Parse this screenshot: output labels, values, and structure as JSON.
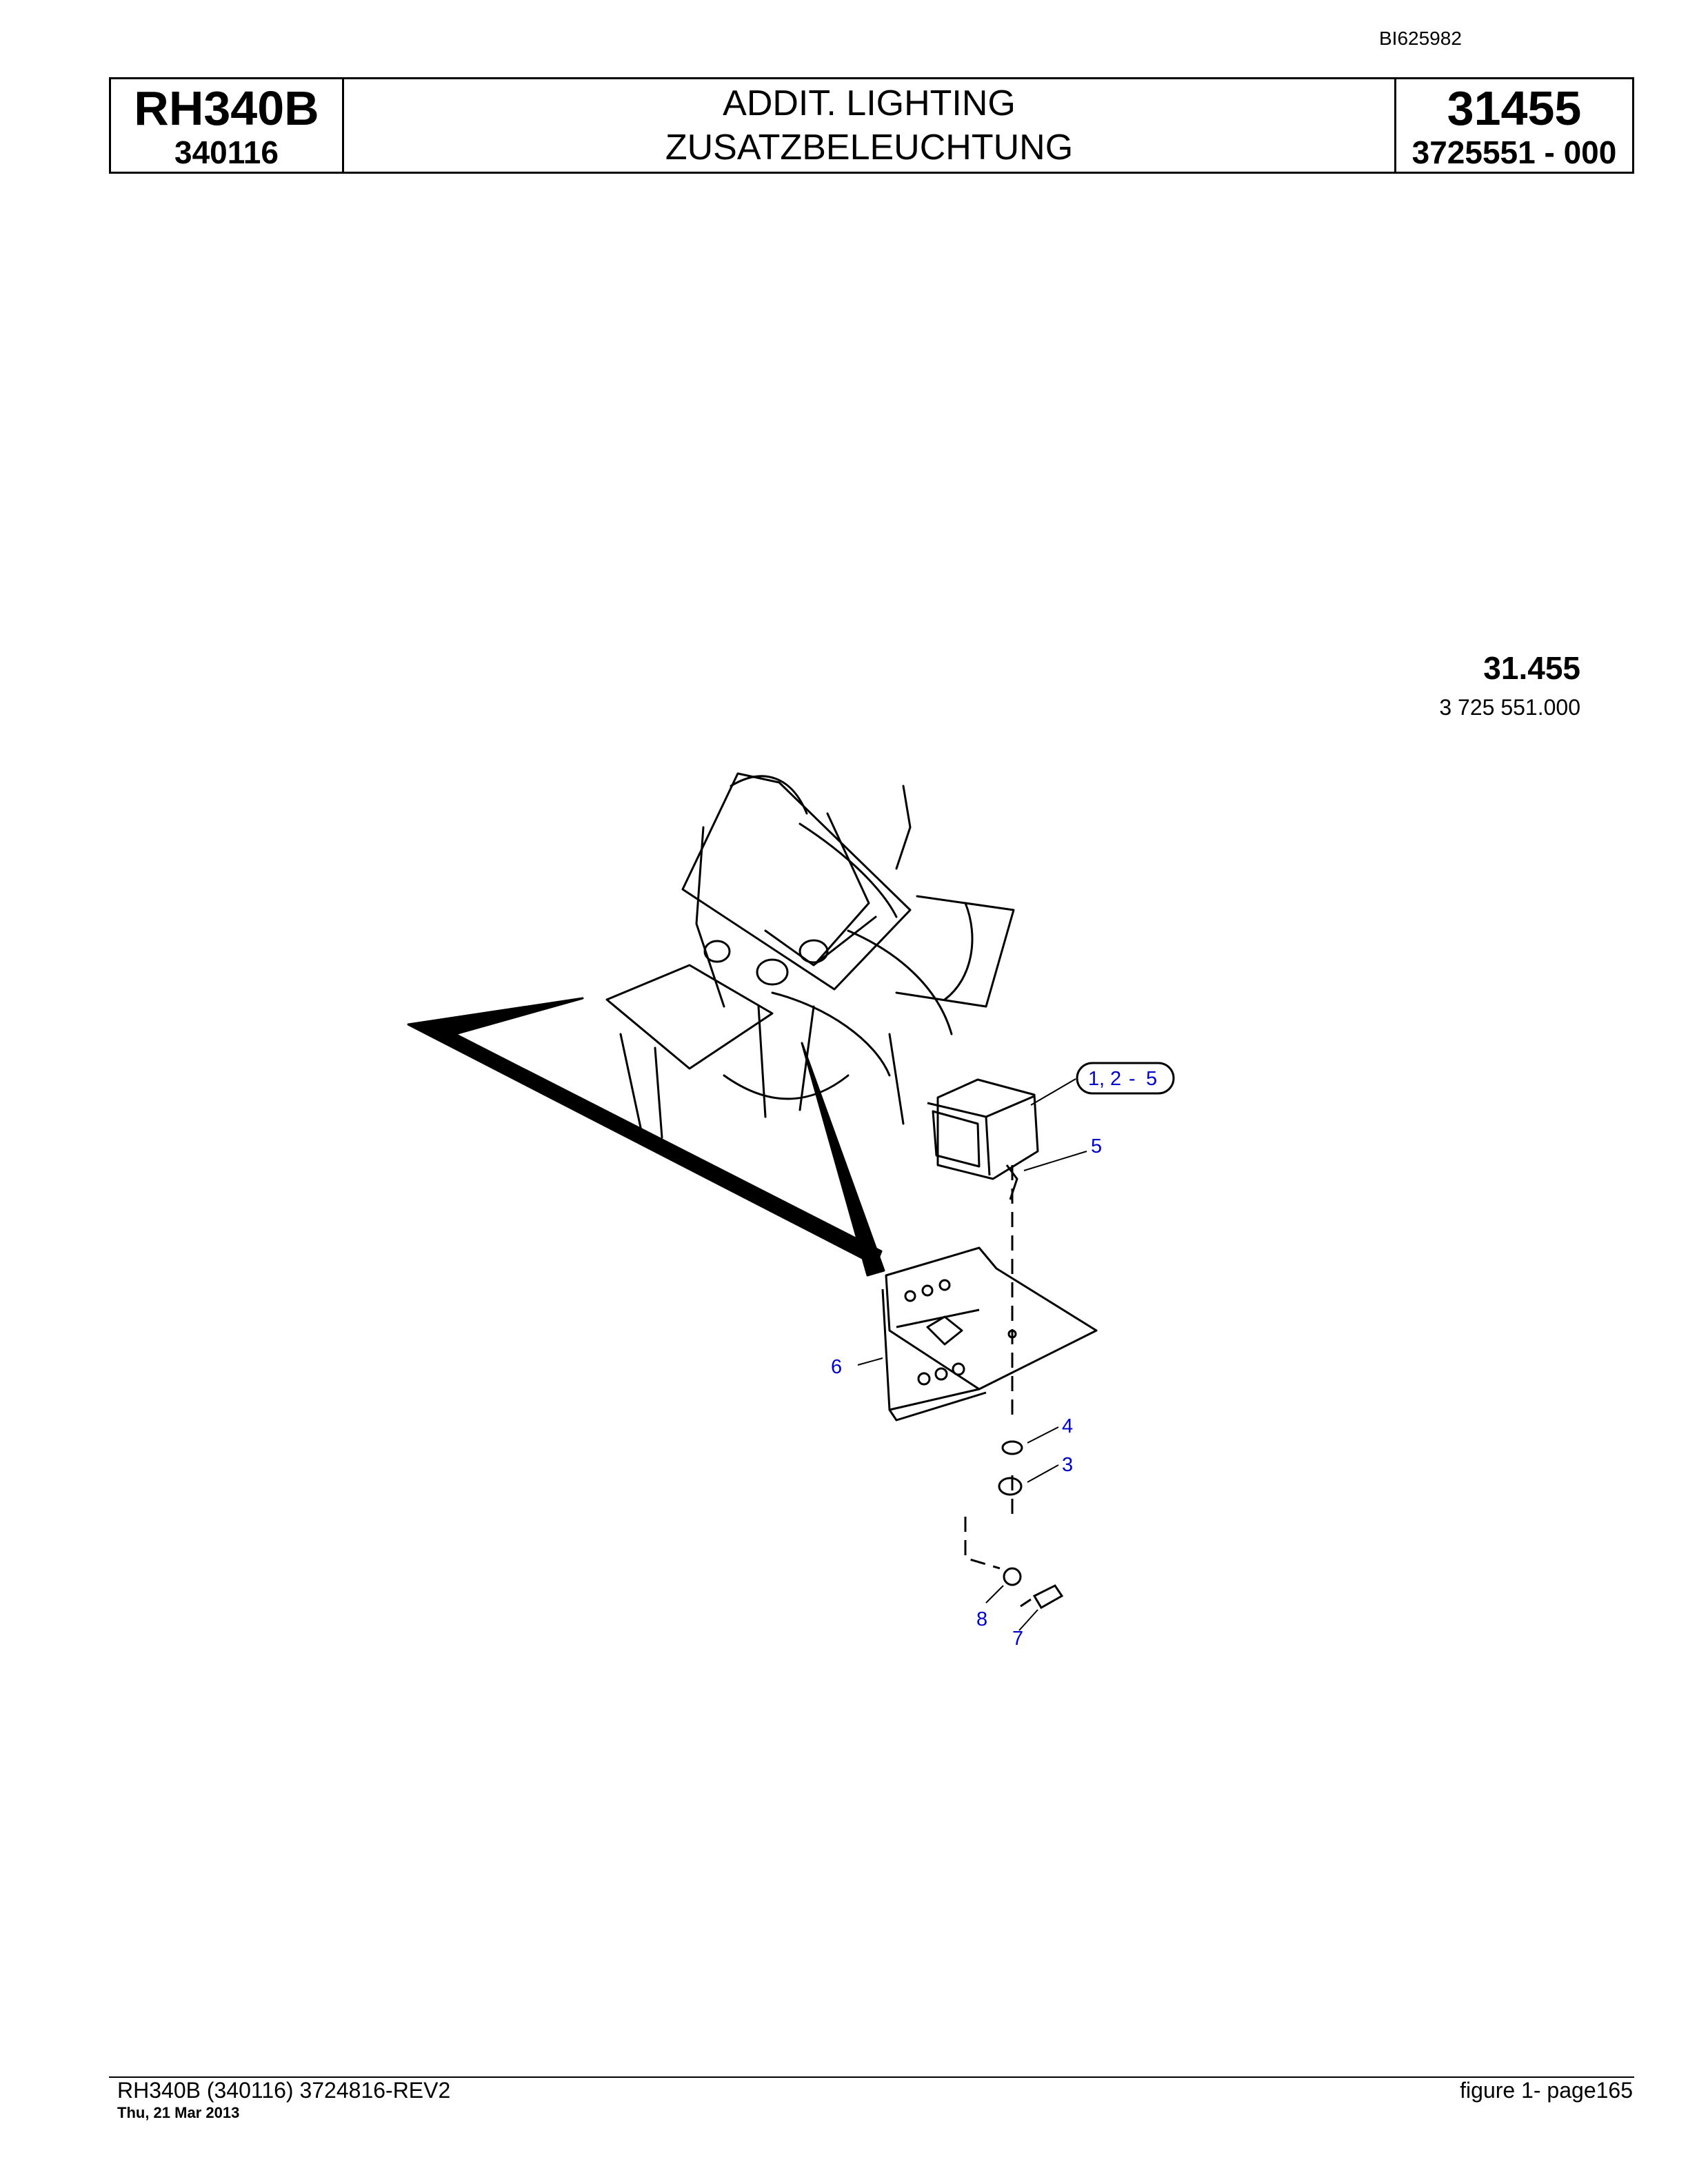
{
  "doc_id": "BI625982",
  "header": {
    "model": "RH340B",
    "serial": "340116",
    "title_en": "ADDIT. LIGHTING",
    "title_de": "ZUSATZBELEUCHTUNG",
    "group": "31455",
    "part_no": "3725551  - 000"
  },
  "figure": {
    "number": "31.455",
    "part_no": "3 725 551.000",
    "callouts": {
      "c_box_1": "1",
      "c_box_sep": ",",
      "c_box_2": "2",
      "c_box_dash": "-",
      "c_box_5": "5",
      "c5": "5",
      "c6": "6",
      "c4": "4",
      "c3": "3",
      "c8": "8",
      "c7": "7"
    },
    "colors": {
      "callout": "#0000cc",
      "line": "#000000"
    }
  },
  "footer": {
    "left": "RH340B (340116) 3724816-REV2",
    "date": "Thu, 21 Mar 2013",
    "right": "figure  1- page165"
  }
}
